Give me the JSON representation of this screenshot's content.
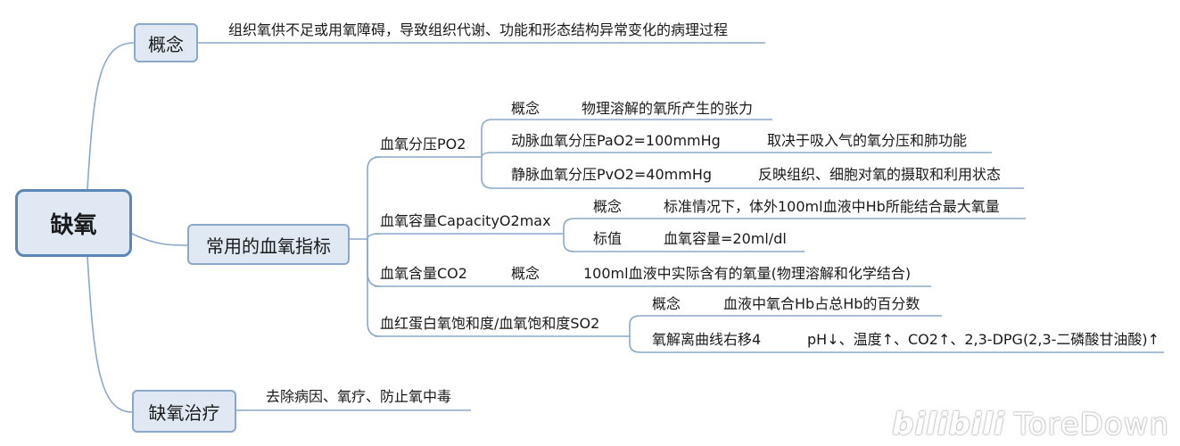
{
  "root": {
    "label": "缺氧"
  },
  "concept": {
    "label": "概念",
    "text": "组织氧供不足或用氧障碍，导致组织代谢、功能和形态结构异常变化的病理过程"
  },
  "indicators": {
    "label": "常用的血氧指标",
    "po2": {
      "label": "血氧分压PO2",
      "concept_label": "概念",
      "concept_text": "物理溶解的氧所产生的张力",
      "arterial": "动脉血氧分压PaO2=100mmHg",
      "arterial_note": "取决于吸入气的氧分压和肺功能",
      "venous": "静脉血氧分压PvO2=40mmHg",
      "venous_note": "反映组织、细胞对氧的摄取和利用状态"
    },
    "capacity": {
      "label": "血氧容量CapacityO2max",
      "concept_label": "概念",
      "concept_text": "标准情况下，体外100ml血液中Hb所能结合最大氧量",
      "norm_label": "标值",
      "norm_text": "血氧容量=20ml/dl"
    },
    "content": {
      "label": "血氧含量CO2",
      "concept_label": "概念",
      "concept_text": "100ml血液中实际含有的氧量(物理溶解和化学结合)"
    },
    "saturation": {
      "label": "血红蛋白氧饱和度/血氧饱和度SO2",
      "concept_label": "概念",
      "concept_text": "血液中氧合Hb占总Hb的百分数",
      "curve_label": "氧解离曲线右移4",
      "curve_text": "pH↓、温度↑、CO2↑、2,3-DPG(2,3-二磷酸甘油酸)↑"
    }
  },
  "treatment": {
    "label": "缺氧治疗",
    "text": "去除病因、氧疗、防止氧中毒"
  },
  "watermark": {
    "logo": "bilibili",
    "user": "ToreDown"
  },
  "colors": {
    "line": "#8aa8c8",
    "box_fill": "#dfe8f3",
    "root_border": "#5b86b8"
  }
}
